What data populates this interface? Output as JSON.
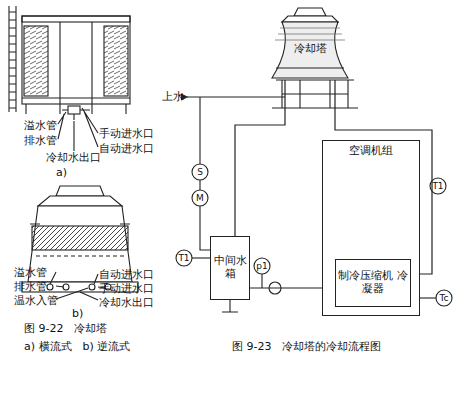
{
  "diagram": {
    "nodes": [
      {
        "text": [
          "冷却塔"
        ]
      },
      {
        "text": [
          "中间水箱"
        ]
      },
      {
        "text": [
          "空调机组"
        ]
      },
      {
        "text": [
          "制冷压缩机 冷凝器"
        ],
        "in": 2
      }
    ],
    "edges": [
      {
        "from": 0,
        "to": 1,
        "arrow": "none"
      },
      {
        "from": 1,
        "to": 3,
        "arrow": "none"
      },
      {
        "from": 3,
        "to": 0,
        "arrow": "none"
      }
    ],
    "labels": [
      "溢水管",
      "排水管",
      "手动进水口",
      "自动进水口",
      "冷却水出口",
      "a)",
      "溢水管",
      "排水管",
      "温水入管",
      "自动进水口",
      "手动进水口",
      "冷却水出口",
      "b)",
      "图 9-22　冷却塔",
      "a) 横流式　b) 逆流式",
      "图 9-23　冷却塔的冷却流程图",
      "上水",
      "S",
      "M",
      "T1",
      "p1",
      "T1",
      "Tc"
    ]
  }
}
